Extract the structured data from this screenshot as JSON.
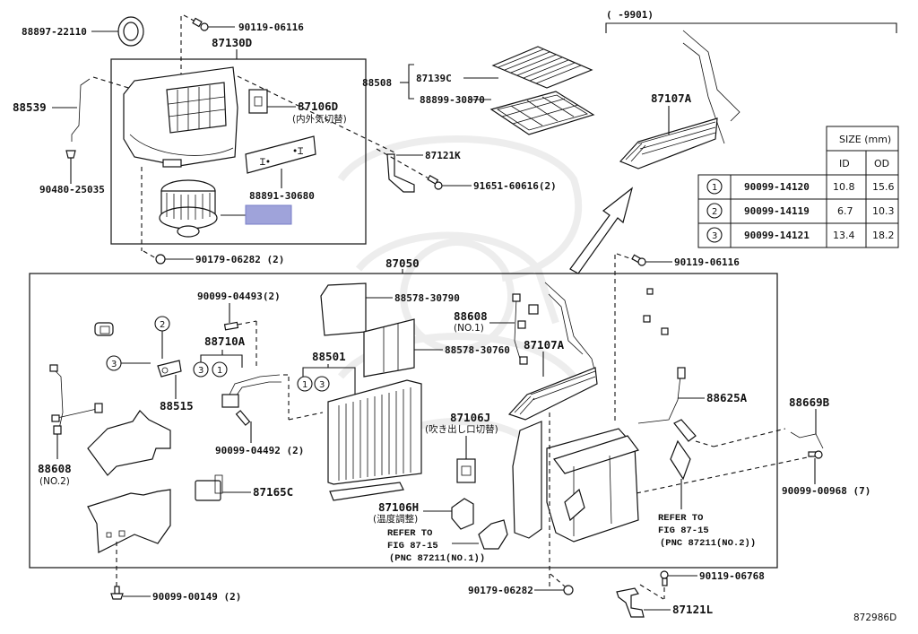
{
  "diagram": {
    "catalog_code": "872986D",
    "upper_group": {
      "part": "87130D"
    },
    "lower_group": {
      "part": "87050"
    },
    "date_range_label": "(      -9901)"
  },
  "labels": {
    "p88897_22110": "88897-22110",
    "p90119_06116_top": "90119-06116",
    "p87130D": "87130D",
    "p88539": "88539",
    "p87106D": "87106D",
    "p87106D_note": "(内外気切替)",
    "p90480_25035": "90480-25035",
    "p88891_30680": "88891-30680",
    "p90179_06282_2": "90179-06282 (2)",
    "p88508": "88508",
    "p87139C": "87139C",
    "p88899_30870": "88899-30870",
    "p87121K": "87121K",
    "p91651_60616": "91651-60616(2)",
    "p87107A_top": "87107A",
    "p90119_06116_mid": "90119-06116",
    "p87050": "87050",
    "p90099_04493": "90099-04493(2)",
    "p88710A": "88710A",
    "p88515": "88515",
    "p90099_04492": "90099-04492 (2)",
    "p88608_no2": "88608",
    "p88608_no2_note": "(NO.2)",
    "p87165C": "87165C",
    "p90099_00149": "90099-00149 (2)",
    "p88578_30790": "88578-30790",
    "p88578_30760": "88578-30760",
    "p88501": "88501",
    "p88608_no1": "88608",
    "p88608_no1_note": "(NO.1)",
    "p87107A_mid": "87107A",
    "p87106J": "87106J",
    "p87106J_note": "(吹き出し口切替)",
    "p87106H": "87106H",
    "p87106H_note": "(温度調整)",
    "ref1_line1": "REFER TO",
    "ref1_line2": "FIG 87-15",
    "ref1_line3": "(PNC 87211(NO.1))",
    "ref2_line1": "REFER TO",
    "ref2_line2": "FIG 87-15",
    "ref2_line3": "(PNC 87211(NO.2))",
    "p88625A": "88625A",
    "p88669B": "88669B",
    "p90099_00968": "90099-00968 (7)",
    "p90179_06282": "90179-06282",
    "p90119_06768": "90119-06768",
    "p87121L": "87121L"
  },
  "callouts": {
    "c1": "1",
    "c2": "2",
    "c3": "3"
  },
  "oring_table": {
    "header": "SIZE (mm)",
    "col_id": "ID",
    "col_od": "OD",
    "rows": [
      {
        "key": "1",
        "part": "90099-14120",
        "id": "10.8",
        "od": "15.6"
      },
      {
        "key": "2",
        "part": "90099-14119",
        "id": "6.7",
        "od": "10.3"
      },
      {
        "key": "3",
        "part": "90099-14121",
        "id": "13.4",
        "od": "18.2"
      }
    ]
  },
  "highlight": {
    "color": "#9fa3da",
    "target_part": "blower-motor"
  }
}
